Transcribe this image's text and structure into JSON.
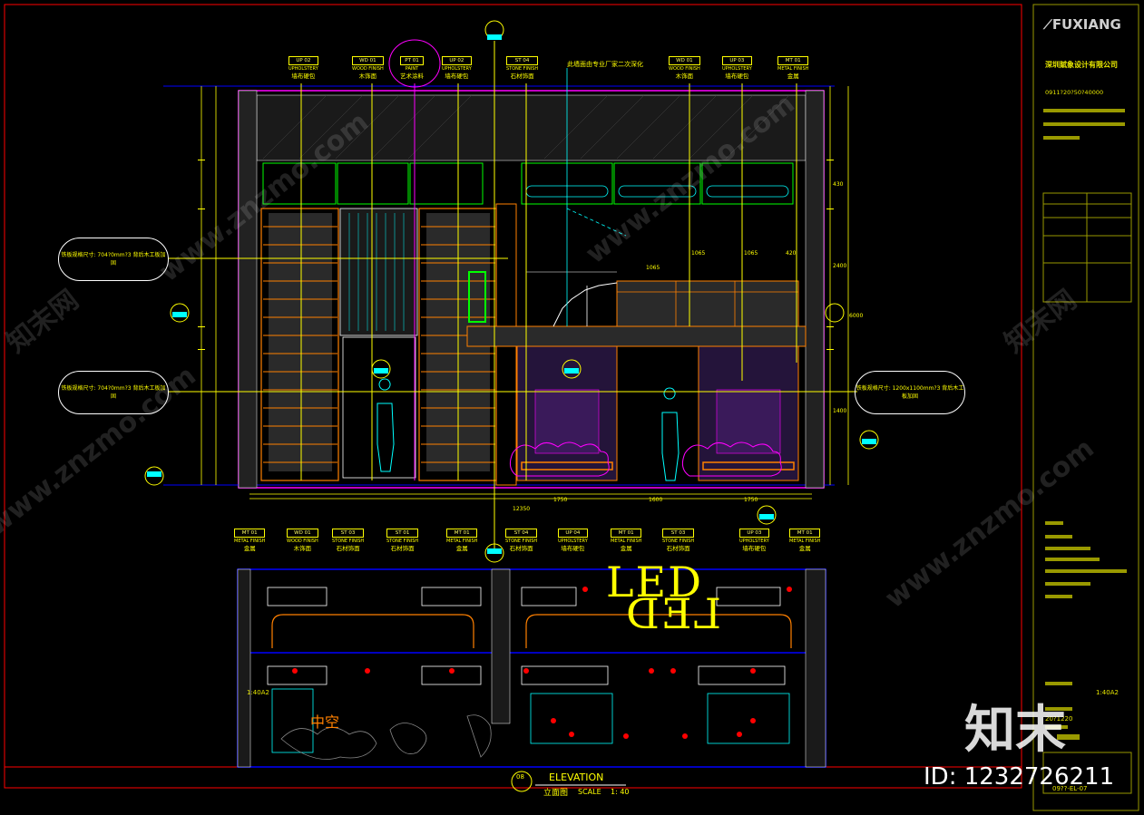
{
  "title_block": {
    "brand": "FUXIANG",
    "company": "深圳賦象设计有限公司",
    "sheet_code": "0911?20?50?40000",
    "scale": "1:40A2",
    "drawing_no": "20?1220",
    "sheet_ref": "09??-EL-07"
  },
  "drawing": {
    "title_en": "ELEVATION",
    "title_cn": "立面图",
    "scale_label": "SCALE",
    "scale_value": "1: 40",
    "marker_no": "08",
    "marker_sheet": "?????",
    "note_top": "此墙面由专业厂家二次深化",
    "led_text": "LED",
    "void_label": "中空",
    "width_total": "12350"
  },
  "material_tags_top": [
    {
      "code": "UP 02",
      "en": "UPHOLSTERY",
      "cn": "墙布硬包"
    },
    {
      "code": "WD 01",
      "en": "WOOD FINISH",
      "cn": "木饰面"
    },
    {
      "code": "PT 01",
      "en": "PAINT",
      "cn": "艺术涂料"
    },
    {
      "code": "UP 02",
      "en": "UPHOLSTERY",
      "cn": "墙布硬包"
    },
    {
      "code": "ST 04",
      "en": "STONE FINISH",
      "cn": "石材饰面"
    },
    {
      "code": "WD 01",
      "en": "WOOD FINISH",
      "cn": "木饰面"
    },
    {
      "code": "UP 03",
      "en": "UPHOLSTERY",
      "cn": "墙布硬包"
    },
    {
      "code": "MT 01",
      "en": "METAL FINISH",
      "cn": "金属"
    }
  ],
  "material_tags_bottom": [
    {
      "code": "MT 01",
      "en": "METAL FINISH",
      "cn": "金属"
    },
    {
      "code": "WD 01",
      "en": "WOOD FINISH",
      "cn": "木饰面"
    },
    {
      "code": "ST 03",
      "en": "STONE FINISH",
      "cn": "石材饰面"
    },
    {
      "code": "ST 01",
      "en": "STONE FINISH",
      "cn": "石材饰面"
    },
    {
      "code": "MT 01",
      "en": "METAL FINISH",
      "cn": "金属"
    },
    {
      "code": "ST 04",
      "en": "STONE FINISH",
      "cn": "石材饰面"
    },
    {
      "code": "UP 04",
      "en": "UPHOLSTERY",
      "cn": "墙布硬包"
    },
    {
      "code": "MT 01",
      "en": "METAL FINISH",
      "cn": "金属"
    },
    {
      "code": "ST 03",
      "en": "STONE FINISH",
      "cn": "石材饰面"
    },
    {
      "code": "UP 03",
      "en": "UPHOLSTERY",
      "cn": "墙布硬包"
    },
    {
      "code": "MT 01",
      "en": "METAL FINISH",
      "cn": "金属"
    }
  ],
  "callouts": [
    {
      "text": "铁板规格尺寸: 704?0mm?3 背后木工板加固"
    },
    {
      "text": "铁板规格尺寸: 704?0mm?3 背后木工板加固"
    },
    {
      "text": "铁板规格尺寸: 1200x1100mm?3 背后木工板加固"
    }
  ],
  "dims_right": [
    "430",
    "2400",
    "1400",
    "6000"
  ],
  "dims_bottom": [
    "1750",
    "1600",
    "1750",
    "1065",
    "1065",
    "1065",
    "420"
  ],
  "watermark": {
    "site": "www.znzmo.com",
    "cn": "知末网",
    "logo": "知末",
    "id": "ID: 1232726211"
  },
  "colors": {
    "frame": "#ff0000",
    "magenta": "#ff00ff",
    "yellow": "#ffff00",
    "green": "#00ff00",
    "cyan": "#00ffff",
    "blue": "#0000ff",
    "orange": "#ff8000",
    "olive": "#999900"
  }
}
